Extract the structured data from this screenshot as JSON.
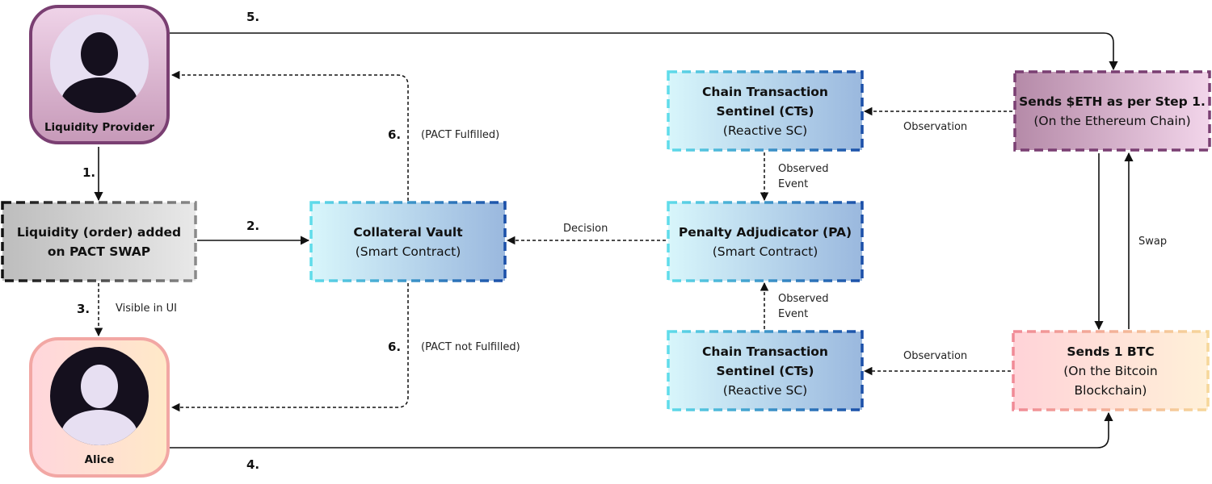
{
  "actors": {
    "liquidity_provider": {
      "label": "Liquidity Provider"
    },
    "alice": {
      "label": "Alice"
    }
  },
  "nodes": {
    "liquidity_order": {
      "title": "Liquidity (order) added",
      "subtitle": "on PACT SWAP"
    },
    "collateral_vault": {
      "title": "Collateral Vault",
      "subtitle": "(Smart Contract)"
    },
    "sentinel_eth": {
      "title": "Chain Transaction",
      "title2": "Sentinel (CTs)",
      "subtitle": "(Reactive SC)"
    },
    "penalty_adjudicator": {
      "title": "Penalty Adjudicator (PA)",
      "subtitle": "(Smart Contract)"
    },
    "sentinel_btc": {
      "title": "Chain Transaction",
      "title2": "Sentinel (CTs)",
      "subtitle": "(Reactive SC)"
    },
    "sends_eth": {
      "title": "Sends $ETH as per Step 1.",
      "subtitle": "(On the Ethereum Chain)"
    },
    "sends_btc": {
      "title": "Sends 1 BTC",
      "subtitle": "(On the Bitcoin",
      "subtitle2": "Blockchain)"
    }
  },
  "steps": {
    "s1": "1.",
    "s2": "2.",
    "s3": "3.",
    "s4": "4.",
    "s5": "5.",
    "s6_fulfilled": "6.",
    "s6_not_fulfilled": "6."
  },
  "edge_labels": {
    "visible_in_ui": "Visible in UI",
    "pact_fulfilled": "(PACT Fulfilled)",
    "pact_not_fulfilled": "(PACT not Fulfilled)",
    "decision": "Decision",
    "observation_top": "Observation",
    "observation_bottom": "Observation",
    "observed_event_top_1": "Observed",
    "observed_event_top_2": "Event",
    "observed_event_bottom_1": "Observed",
    "observed_event_bottom_2": "Event",
    "swap": "Swap"
  },
  "colors": {
    "lp_border": "#7a3f72",
    "lp_fill_top": "#efd3e8",
    "lp_fill_bottom": "#c79ab9",
    "alice_border_left": "#f08a96",
    "alice_border_right": "#f6d79a",
    "alice_fill_left": "#ffd6dc",
    "alice_fill_right": "#ffe9c8",
    "order_fill_left": "#bdbdbd",
    "order_fill_right": "#e8e8e8",
    "vault_border_left": "#5fdcea",
    "vault_border_right": "#1b4fa8",
    "vault_fill_left": "#d8f6fb",
    "vault_fill_right": "#9ab8de",
    "eth_border": "#7a3f72",
    "eth_fill_left": "#b58aa8",
    "eth_fill_right": "#f2d5ea",
    "btc_border_left": "#f08a96",
    "btc_border_right": "#f6d79a",
    "btc_fill_left": "#ffd3d8",
    "btc_fill_right": "#fff0d8",
    "avatar_dark": "#15101e",
    "avatar_light": "#e7dff2",
    "line": "#111111"
  }
}
